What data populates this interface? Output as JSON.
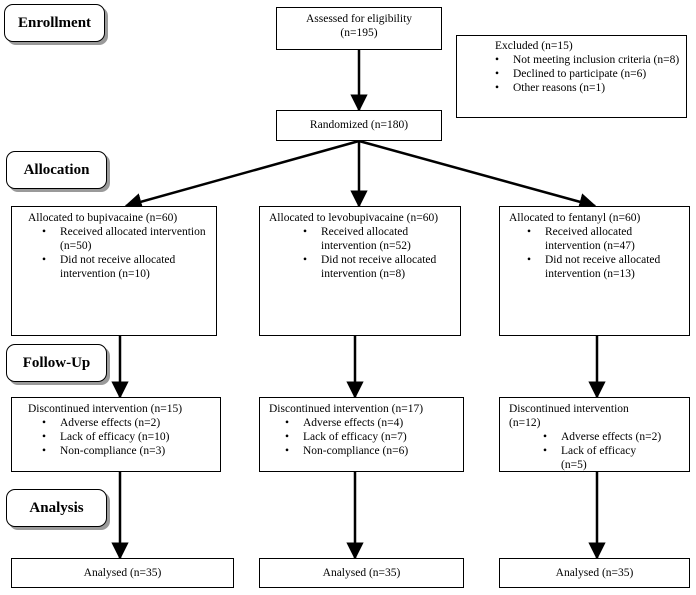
{
  "stages": {
    "enrollment": "Enrollment",
    "allocation": "Allocation",
    "follow_up": "Follow-Up",
    "analysis": "Analysis"
  },
  "assessed": {
    "text": "Assessed for eligibility",
    "n": "(n=195)"
  },
  "excluded": {
    "title": "Excluded (n=15)",
    "items": [
      "Not meeting inclusion criteria (n=8)",
      "Declined to participate (n=6)",
      "Other reasons (n=1)"
    ]
  },
  "randomized": "Randomized (n=180)",
  "arms": [
    {
      "allocated": "Allocated to bupivacaine (n=60)",
      "alloc_items": [
        "Received allocated intervention (n=50)",
        "Did not receive allocated intervention (n=10)"
      ],
      "discontinued": "Discontinued intervention (n=15)",
      "disc_items": [
        "Adverse effects (n=2)",
        "Lack of efficacy (n=10)",
        "Non-compliance (n=3)"
      ],
      "analysed": "Analysed (n=35)"
    },
    {
      "allocated": "Allocated to levobupivacaine (n=60)",
      "alloc_items": [
        "Received allocated intervention (n=52)",
        "Did not receive allocated intervention (n=8)"
      ],
      "discontinued": "Discontinued intervention (n=17)",
      "disc_items": [
        "Adverse effects (n=4)",
        "Lack of efficacy (n=7)",
        "Non-compliance (n=6)"
      ],
      "analysed": "Analysed (n=35)"
    },
    {
      "allocated": "Allocated to fentanyl (n=60)",
      "alloc_items": [
        "Received allocated intervention (n=47)",
        "Did not receive allocated intervention (n=13)"
      ],
      "discontinued": "Discontinued intervention (n=12)",
      "disc_items": [
        "Adverse effects (n=2)",
        "Lack of efficacy (n=5)"
      ],
      "analysed": "Analysed (n=35)"
    }
  ]
}
